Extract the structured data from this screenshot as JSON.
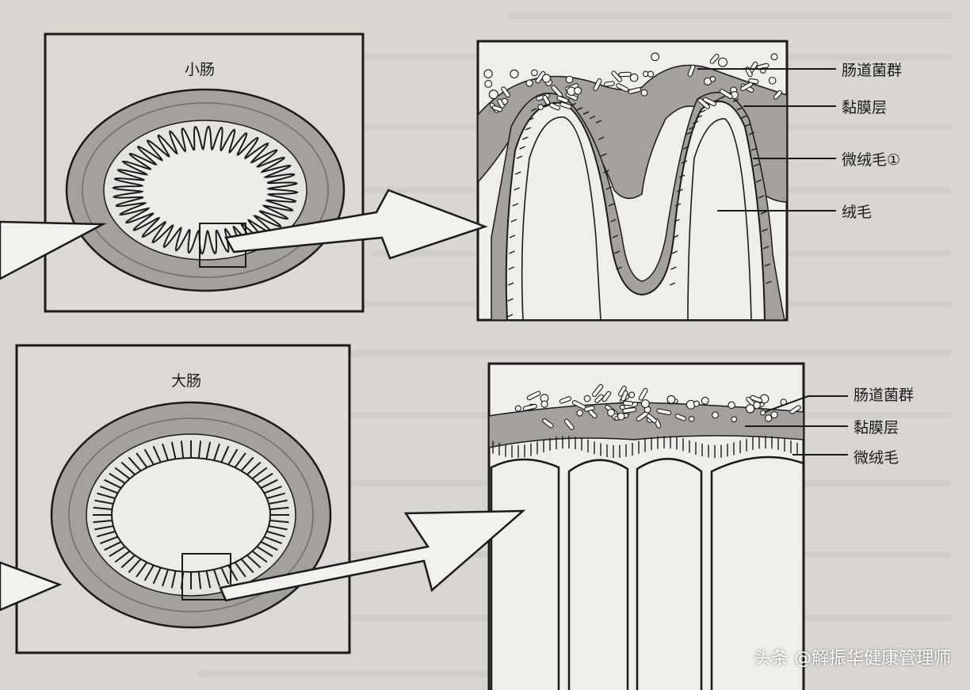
{
  "panels": {
    "small_intestine": {
      "title": "小肠",
      "labels": [
        "肠道菌群",
        "黏膜层",
        "微绒毛①",
        "绒毛"
      ]
    },
    "large_intestine": {
      "title": "大肠",
      "labels": [
        "肠道菌群",
        "黏膜层",
        "微绒毛"
      ]
    }
  },
  "watermark": "头条 @解振华健康管理师",
  "colors": {
    "paper": "#d9d6d2",
    "mucosa": "#a4a19d",
    "ink": "#1a1a1a",
    "tissue": "#ebe9e5"
  }
}
